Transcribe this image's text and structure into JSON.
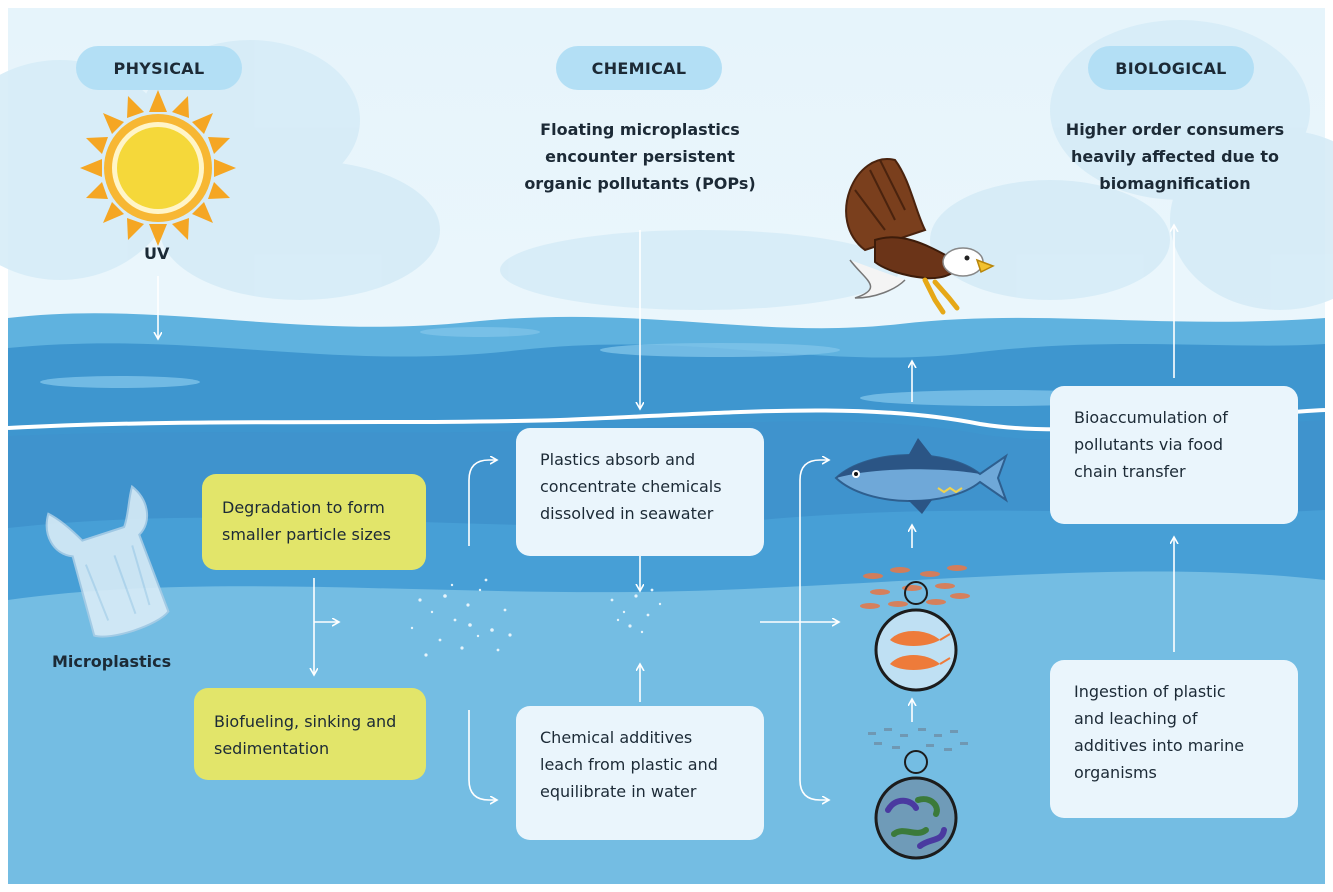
{
  "headers": {
    "physical": "PHYSICAL",
    "chemical": "CHEMICAL",
    "biological": "BIOLOGICAL"
  },
  "physical": {
    "uv_label": "UV",
    "microplastics_label": "Microplastics",
    "degradation": [
      "Degradation to form",
      "smaller particle sizes"
    ],
    "biofueling": [
      "Biofueling, sinking and",
      "sedimentation"
    ]
  },
  "chemical": {
    "heading": [
      "Floating microplastics",
      "encounter persistent",
      "organic pollutants (POPs)"
    ],
    "absorb": [
      "Plastics absorb and",
      "concentrate chemicals",
      "dissolved in seawater"
    ],
    "additives": [
      "Chemical additives",
      "leach from plastic and",
      "equilibrate in water"
    ]
  },
  "biological": {
    "heading": [
      "Higher order consumers",
      "heavily affected due to",
      "biomagnification"
    ],
    "bioaccumulation": [
      "Bioaccumulation of",
      "pollutants via food",
      "chain transfer"
    ],
    "ingestion": [
      "Ingestion of plastic",
      "and leaching of",
      "additives into marine",
      "organisms"
    ]
  },
  "icons": [
    "sun-icon",
    "plastic-bag-icon",
    "eagle-icon",
    "tuna-fish-icon",
    "zooplankton-icon",
    "phytoplankton-icon",
    "microplastic-particles"
  ],
  "colors": {
    "sky": "#e8f5fc",
    "sea_surface": "#4aa3d6",
    "sea_deep": "#3b90c9",
    "sea_lower": "#73bde2",
    "pill": "#b3dff5",
    "box": "#eaf5fc",
    "yellow_box": "#e2e56a"
  }
}
